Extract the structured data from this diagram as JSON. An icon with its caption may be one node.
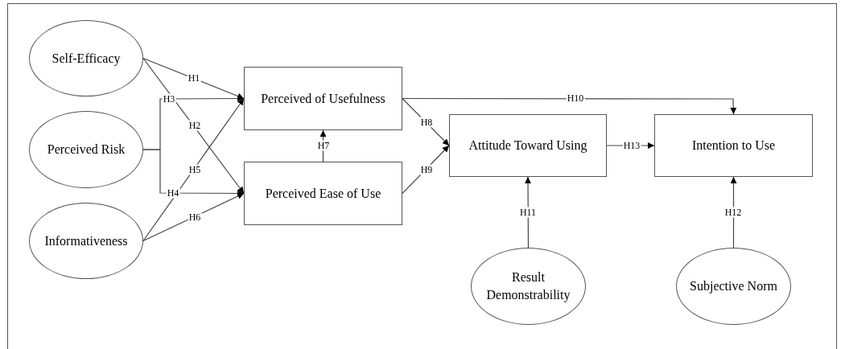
{
  "diagram": {
    "nodes": [
      {
        "text": [
          "Self-Efficacy"
        ]
      },
      {
        "text": [
          "Perceived Risk"
        ]
      },
      {
        "text": [
          "Informativeness"
        ]
      },
      {
        "text": [
          "Perceived of Usefulness"
        ]
      },
      {
        "text": [
          "Perceived Ease of Use"
        ]
      },
      {
        "text": [
          "Attitude Toward Using"
        ]
      },
      {
        "text": [
          "Intention to Use"
        ]
      },
      {
        "text": [
          "Result Demonstrability"
        ]
      },
      {
        "text": [
          "Subjective Norm"
        ]
      }
    ],
    "edges": [
      {
        "from": 0,
        "to": 3,
        "arrow": "to",
        "label": "H1"
      },
      {
        "from": 0,
        "to": 4,
        "arrow": "to",
        "label": "H2"
      },
      {
        "from": 1,
        "to": 3,
        "arrow": "to",
        "label": "H3"
      },
      {
        "from": 1,
        "to": 4,
        "arrow": "to",
        "label": "H4"
      },
      {
        "from": 2,
        "to": 3,
        "arrow": "to",
        "label": "H5"
      },
      {
        "from": 2,
        "to": 4,
        "arrow": "to",
        "label": "H6"
      },
      {
        "from": 4,
        "to": 3,
        "arrow": "to",
        "label": "H7"
      },
      {
        "from": 3,
        "to": 5,
        "arrow": "to",
        "label": "H8"
      },
      {
        "from": 4,
        "to": 5,
        "arrow": "to",
        "label": "H9"
      },
      {
        "from": 3,
        "to": 6,
        "arrow": "to",
        "label": "H10"
      },
      {
        "from": 7,
        "to": 5,
        "arrow": "to",
        "label": "H11"
      },
      {
        "from": 8,
        "to": 6,
        "arrow": "to",
        "label": "H12"
      },
      {
        "from": 5,
        "to": 6,
        "arrow": "to",
        "label": "H13"
      }
    ]
  }
}
